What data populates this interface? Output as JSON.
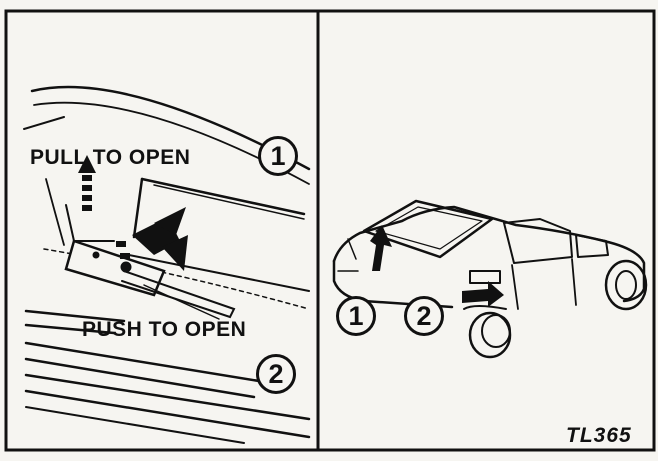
{
  "left_panel": {
    "pull_label": "PULL TO OPEN",
    "pull_number": "1",
    "push_label": "PUSH TO OPEN",
    "push_number": "2"
  },
  "right_panel": {
    "step_one": "1",
    "step_two": "2"
  },
  "figure_code": "TL365",
  "colors": {
    "ink": "#111111",
    "paper": "#f6f5f1"
  }
}
